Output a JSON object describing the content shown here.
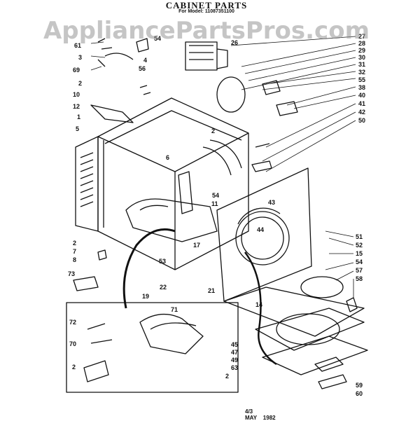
{
  "title": "CABINET PARTS",
  "subtitle": "For Model: 11087351100",
  "watermark": "AppliancePartsPros.com",
  "date": "4/3\nMAY    1982",
  "labels": {
    "left": [
      "61",
      "3",
      "69",
      "2",
      "10",
      "12",
      "1",
      "5",
      "2",
      "7",
      "8",
      "73",
      "72",
      "70",
      "2"
    ],
    "top": [
      "54",
      "4",
      "56",
      "26"
    ],
    "right": [
      "27",
      "28",
      "29",
      "30",
      "31",
      "32",
      "55",
      "38",
      "40",
      "41",
      "42",
      "50",
      "51",
      "52",
      "15",
      "54",
      "57",
      "58",
      "59",
      "60"
    ],
    "body": [
      "2",
      "6",
      "54",
      "11",
      "43",
      "44",
      "17",
      "53",
      "22",
      "19",
      "21",
      "14",
      "71",
      "45",
      "47",
      "49",
      "63",
      "2"
    ]
  }
}
